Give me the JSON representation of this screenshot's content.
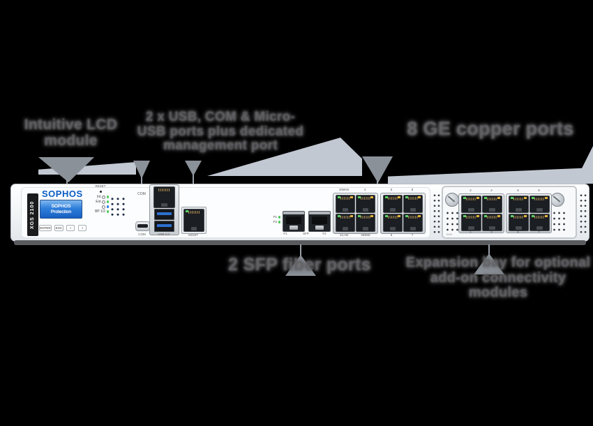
{
  "colors": {
    "background": "#000000",
    "callout_text": "#636366",
    "arrow": "#8b9199",
    "light_wedge": "#c2c8d2",
    "brand_blue": "#0b5cc4",
    "lcd_blue": "#2f7edb",
    "led_green": "#4fc95e",
    "led_blue": "#2a7de1",
    "led_amber": "#e2b23c",
    "chassis": "#f2f4f6"
  },
  "callouts": {
    "top": [
      {
        "label": "Intuitive LCD module",
        "target": "lcd-display"
      },
      {
        "label": "2 x USB, COM & Micro-USB ports plus dedicated management port",
        "target": "console-ports"
      },
      {
        "label": "8 GE copper ports",
        "target": "copper-ports"
      }
    ],
    "bottom": [
      {
        "label": "2 SFP fiber ports",
        "target": "sfp-ports"
      },
      {
        "label": "Expansion bay for optional add-on connectivity modules",
        "target": "expansion-bay"
      }
    ]
  },
  "device": {
    "model_badge": "XGS 2100",
    "brand": "SOPHOS",
    "lcd_line1": "SOPHOS",
    "lcd_line2": "Protection",
    "reset_label": "RESET",
    "buttons": [
      "ENTER",
      "ESC",
      "▪",
      "▪"
    ],
    "led_rows": [
      {
        "label": "Int"
      },
      {
        "label": "Ext"
      },
      {
        "label": ""
      },
      {
        "label": "BP 1/2"
      }
    ],
    "console": {
      "com_label": "COM",
      "usb_label": "USB 3.0",
      "micro_usb_label": "COM",
      "mgmt_label": "MGMT"
    },
    "sfp": {
      "led1": "F1",
      "led2": "F2",
      "label_f1": "F1",
      "label_mid": "SFP",
      "label_f2": "F2"
    },
    "copper": {
      "b1t1": "2/WAN",
      "b1t2": "4",
      "b1b1": "1/LAN",
      "b1b2": "3/DMZ",
      "b2t1": "6",
      "b2t2": "8",
      "b2b1": "5",
      "b2b2": "7"
    },
    "expansion": {
      "t1": "2",
      "t2": "4",
      "t3": "6",
      "t4": "8",
      "b1": "1",
      "b2": "3",
      "b3": "5",
      "b4": "7",
      "module_label": "SWE"
    }
  }
}
